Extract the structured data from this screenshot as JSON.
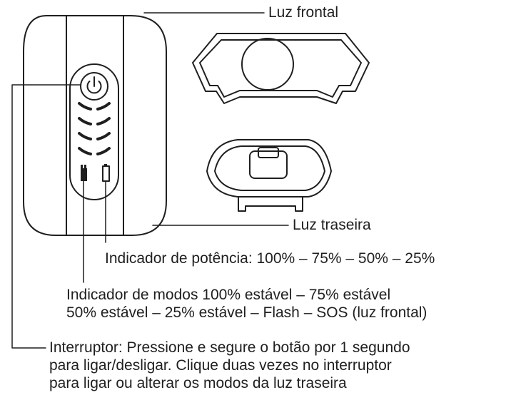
{
  "labels": {
    "front_light": "Luz frontal",
    "rear_light": "Luz traseira",
    "power_indicator": "Indicador de potência: 100% – 75% – 50% – 25%",
    "mode_indicator_line1": "Indicador de modos 100% estável – 75% estável",
    "mode_indicator_line2": "50% estável – 25% estável – Flash – SOS (luz frontal)",
    "switch_line1": "Interruptor: Pressione e segure o botão por 1 segundo",
    "switch_line2": "para ligar/desligar. Clique duas vezes no interruptor",
    "switch_line3": "para ligar ou alterar os modos da luz traseira"
  },
  "icons": [
    "power-icon",
    "mode-indicator-icon",
    "battery-indicator-icon"
  ],
  "colors": {
    "line": "#1f1f1f",
    "background": "#ffffff"
  }
}
